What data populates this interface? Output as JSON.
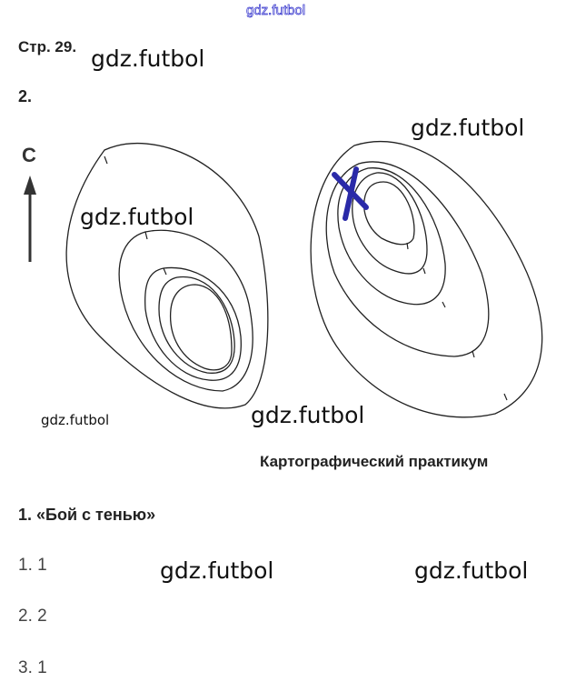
{
  "watermark_top": "gdz.futbol",
  "page_label": "Стр. 29.",
  "task_number": "2.",
  "north_label": "С",
  "watermarks": [
    "gdz.futbol",
    "gdz.futbol",
    "gdz.futbol",
    "gdz.futbol",
    "gdz.futbol",
    "gdz.futbol",
    "gdz.futbol"
  ],
  "section_title": "Картографический практикум",
  "exercise_title": "1. «Бой с тенью»",
  "answers": [
    "1. 1",
    "2. 2",
    "3. 1"
  ],
  "marker_color": "#2a2aa8"
}
